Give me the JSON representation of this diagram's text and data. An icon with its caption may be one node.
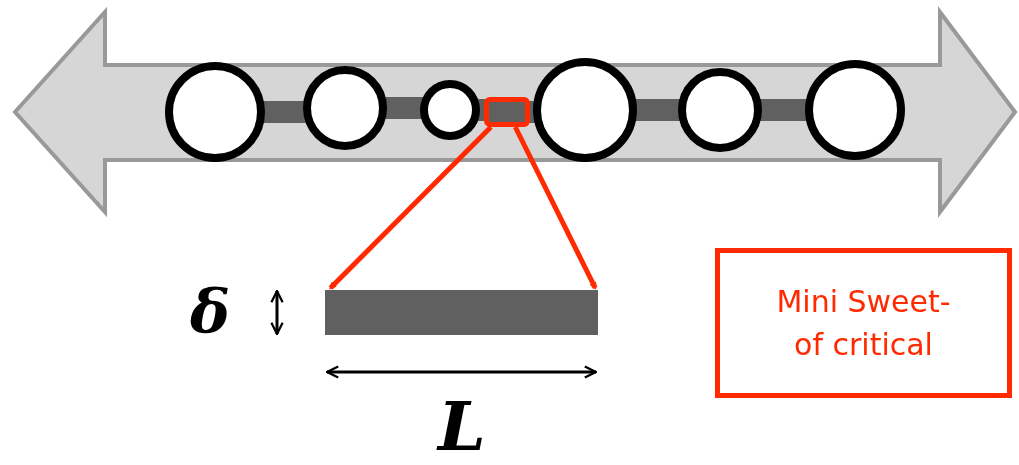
{
  "diagram": {
    "nodes": [
      {
        "text": [],
        "shape": "circle"
      },
      {
        "text": [],
        "shape": "circle"
      },
      {
        "text": [],
        "shape": "circle"
      },
      {
        "text": [],
        "shape": "box"
      },
      {
        "text": [],
        "shape": "circle"
      },
      {
        "text": [],
        "shape": "circle"
      },
      {
        "text": [],
        "shape": "circle"
      },
      {
        "text": [],
        "shape": "bar"
      },
      {
        "text": [
          "Mini Sweet- of critical"
        ]
      }
    ],
    "edges": [
      {
        "from": 0,
        "to": 1,
        "arrow": "none"
      },
      {
        "from": 1,
        "to": 2,
        "arrow": "none"
      },
      {
        "from": 2,
        "to": 3,
        "arrow": "none"
      },
      {
        "from": 3,
        "to": 4,
        "arrow": "none"
      },
      {
        "from": 4,
        "to": 5,
        "arrow": "none"
      },
      {
        "from": 5,
        "to": 6,
        "arrow": "none"
      },
      {
        "from": 3,
        "to": 7,
        "arrow": "to",
        "color": "#ff2a00"
      },
      {
        "from": 3,
        "to": 7,
        "arrow": "to",
        "color": "#ff2a00"
      }
    ],
    "labels": [
      "δ",
      "L"
    ]
  }
}
